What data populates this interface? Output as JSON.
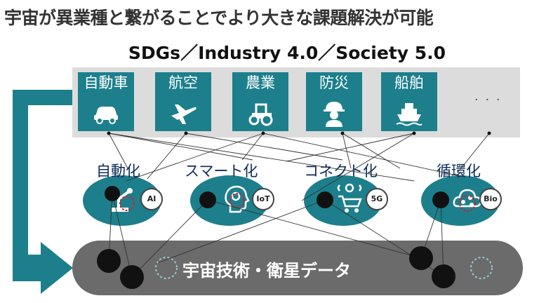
{
  "title": "宇宙が異業種と繋がることでより大きな課題解決が可能",
  "subtitle": "SDGs／Industry 4.0／Society 5.0",
  "industries": [
    {
      "label": "自動車",
      "icon": "car-icon"
    },
    {
      "label": "航空",
      "icon": "airplane-icon"
    },
    {
      "label": "農業",
      "icon": "tractor-icon"
    },
    {
      "label": "防災",
      "icon": "firefighter-icon"
    },
    {
      "label": "船舶",
      "icon": "ship-icon"
    }
  ],
  "industries_more": "· · ·",
  "capabilities": [
    {
      "label": "自動化",
      "badge": "AI",
      "icon": "robot-arm-icon"
    },
    {
      "label": "スマート化",
      "badge": "IoT",
      "icon": "gear-head-icon"
    },
    {
      "label": "コネクト化",
      "badge": "5G",
      "icon": "cart-signal-icon"
    },
    {
      "label": "循環化",
      "badge": "Bio",
      "icon": "cloud-molecule-icon"
    }
  ],
  "space": {
    "label": "宇宙技術・衛星データ"
  },
  "colors": {
    "teal": "#1d7f8c",
    "band_gray": "#dcdcdc",
    "space_gray": "#6b6b6b",
    "capability_text": "#0d2c5a"
  }
}
